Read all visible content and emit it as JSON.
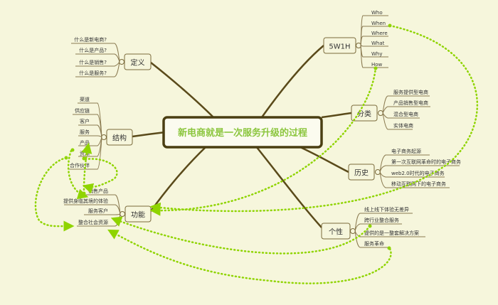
{
  "central": "新电商就是一次服务升级的过程",
  "colors": {
    "background": "#f6f6dc",
    "branch": "#5a4a1a",
    "central_border": "#4a3e12",
    "central_text": "#8cc63f",
    "node_border": "#7a6a3a",
    "underline": "#8a7a50",
    "relation": "#8fd400",
    "leaf_text": "#333333"
  },
  "branches": {
    "w5h1": {
      "label": "5W1H",
      "items": [
        "Who",
        "When",
        "Where",
        "What",
        "Why",
        "How"
      ]
    },
    "fenlei": {
      "label": "分类",
      "items": [
        "服务提供型电商",
        "产品销售型电商",
        "混合型电商",
        "实体电商"
      ]
    },
    "lishi": {
      "label": "历史",
      "items": [
        "电子商务起源",
        "第一次互联网革命时的电子商务",
        "web2.0时代的电子商务",
        "移动互联网下的电子商务"
      ]
    },
    "gexing": {
      "label": "个性",
      "items": [
        "线上线下体验无差异",
        "跨行业整合服务",
        "提供的是一整套解决方案",
        "服务革命"
      ]
    },
    "dingyi": {
      "label": "定义",
      "items": [
        "什么是新电商?",
        "什么是产品?",
        "什么是销售?",
        "什么是服务?"
      ]
    },
    "jiegou": {
      "label": "结构",
      "items": [
        "渠道",
        "供应链",
        "客户",
        "服务",
        "产品",
        "资源",
        "合作伙伴"
      ]
    },
    "gongneng": {
      "label": "功能",
      "items": [
        "销售产品",
        "提供身临其境的体验",
        "服务客户",
        "整合社会资源"
      ]
    }
  }
}
